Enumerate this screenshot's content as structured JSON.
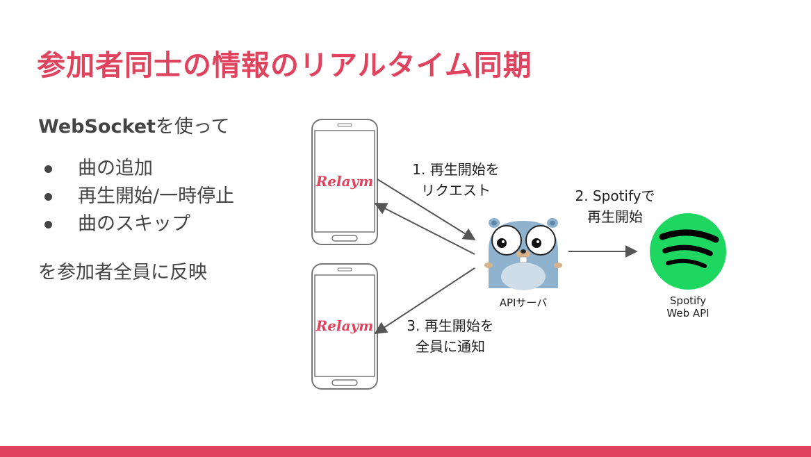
{
  "slide": {
    "title": "参加者同士の情報のリアルタイム同期",
    "intro_bold": "WebSocket",
    "intro_rest": "を使って",
    "bullets": [
      "曲の追加",
      "再生開始/一時停止",
      "曲のスキップ"
    ],
    "outro": "を参加者全員に反映"
  },
  "diagram": {
    "phone_app_label": "Relaym",
    "step1_line1": "1. 再生開始を",
    "step1_line2": "リクエスト",
    "step2_line1": "2. Spotifyで",
    "step2_line2": "再生開始",
    "step3_line1": "3. 再生開始を",
    "step3_line2": "全員に通知",
    "server_label": "APIサーバ",
    "spotify_line1": "Spotify",
    "spotify_line2": "Web API"
  },
  "colors": {
    "accent": "#e0435e",
    "text": "#444444",
    "spotify_green": "#1ed760",
    "gopher_blue": "#8fb3cf",
    "arrow": "#555555"
  },
  "icons": [
    "smartphone-icon",
    "gopher-mascot-icon",
    "spotify-logo-icon"
  ]
}
